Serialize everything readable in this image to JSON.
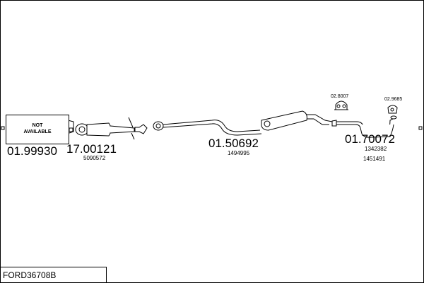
{
  "drawing_code": "FORD36708B",
  "not_available": {
    "line1": "NOT",
    "line2": "AVAILABLE"
  },
  "parts": [
    {
      "part_no": "01.99930",
      "oe_refs": []
    },
    {
      "part_no": "17.00121",
      "oe_refs": [
        "5090572"
      ]
    },
    {
      "part_no": "01.50692",
      "oe_refs": [
        "1494995"
      ]
    },
    {
      "part_no": "01.70072",
      "oe_refs": [
        "1342382",
        "1451491"
      ]
    }
  ],
  "accessories": [
    {
      "part_no": "02.8007"
    },
    {
      "part_no": "02.9685"
    }
  ]
}
